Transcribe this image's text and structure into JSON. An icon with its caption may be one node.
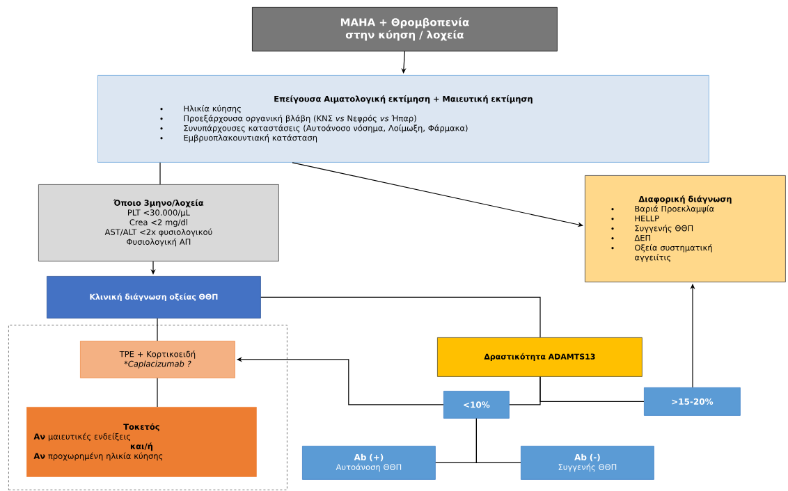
{
  "diagram": {
    "nodes": [
      {
        "text": [
          "MAHA + Θρομβοπενία στην κύηση / λοχεία"
        ]
      },
      {
        "text": [
          "Επείγουσα Αιματολογική εκτίμηση + Μαιευτική εκτίμηση",
          "Ηλικία κύησης",
          "Προεξάρχουσα οργανική βλάβη (ΚΝΣ *vs* Νεφρός *vs* Ήπαρ)",
          "Συνυπάρχουσες καταστάσεις (Αυτοάνοσο νόσημα, Λοίμωξη, Φάρμακα)",
          "Εμβρυοπλακουντιακή κατάσταση"
        ]
      },
      {
        "text": [
          "Όποιο 3μηνο/λοχεία",
          "PLT <30.000/μL",
          "Crea <2 mg/dl",
          "AST/ALT <2x φυσιολογικού",
          "Φυσιολογική ΑΠ"
        ]
      },
      {
        "text": [
          "Κλινική διάγνωση οξείας ΘΘΠ"
        ]
      },
      {
        "text": [],
        "shape": "box"
      },
      {
        "text": [
          "TPE + Κορτικοειδή",
          "*Caplacizumab ?"
        ],
        "in": 4
      },
      {
        "text": [
          "Τοκετός",
          "**Αν** μαιευτικές ενδείξεις",
          "και/ή",
          "**Αν** προχωρημένη ηλικία κύησης"
        ],
        "in": 4
      },
      {
        "text": [
          "Διαφορική διάγνωση",
          "Βαριά Προεκλαμψία",
          "HELLP",
          "Συγγενής ΘΘΠ",
          "ΔΕΠ",
          "Οξεία συστηματική αγγειίτις"
        ]
      },
      {
        "text": [
          "Δραστικότητα ADAMTS13"
        ]
      },
      {
        "text": [
          "<10%"
        ]
      },
      {
        "text": [
          ">15-20%"
        ]
      },
      {
        "text": [
          "Ab (+)",
          "Αυτοάνοση ΘΘΠ"
        ]
      },
      {
        "text": [
          "Ab (-)",
          "Συγγενής ΘΘΠ"
        ]
      }
    ],
    "edges": [
      {
        "from": 0,
        "to": 1,
        "arrow": "to"
      },
      {
        "from": 1,
        "to": 2,
        "arrow": "none"
      },
      {
        "from": 1,
        "to": 7,
        "arrow": "to"
      },
      {
        "from": 2,
        "to": 3,
        "arrow": "to"
      },
      {
        "from": 3,
        "to": 5,
        "arrow": "none"
      },
      {
        "from": 3,
        "to": 8,
        "arrow": "none"
      },
      {
        "from": 5,
        "to": 6,
        "arrow": "none"
      },
      {
        "from": 8,
        "to": 9,
        "arrow": "none"
      },
      {
        "from": 8,
        "to": 10,
        "arrow": "none"
      },
      {
        "from": 9,
        "to": 5,
        "arrow": "to"
      },
      {
        "from": 10,
        "to": 7,
        "arrow": "to"
      },
      {
        "from": 9,
        "to": 11,
        "arrow": "none"
      },
      {
        "from": 9,
        "to": 12,
        "arrow": "none"
      }
    ]
  }
}
